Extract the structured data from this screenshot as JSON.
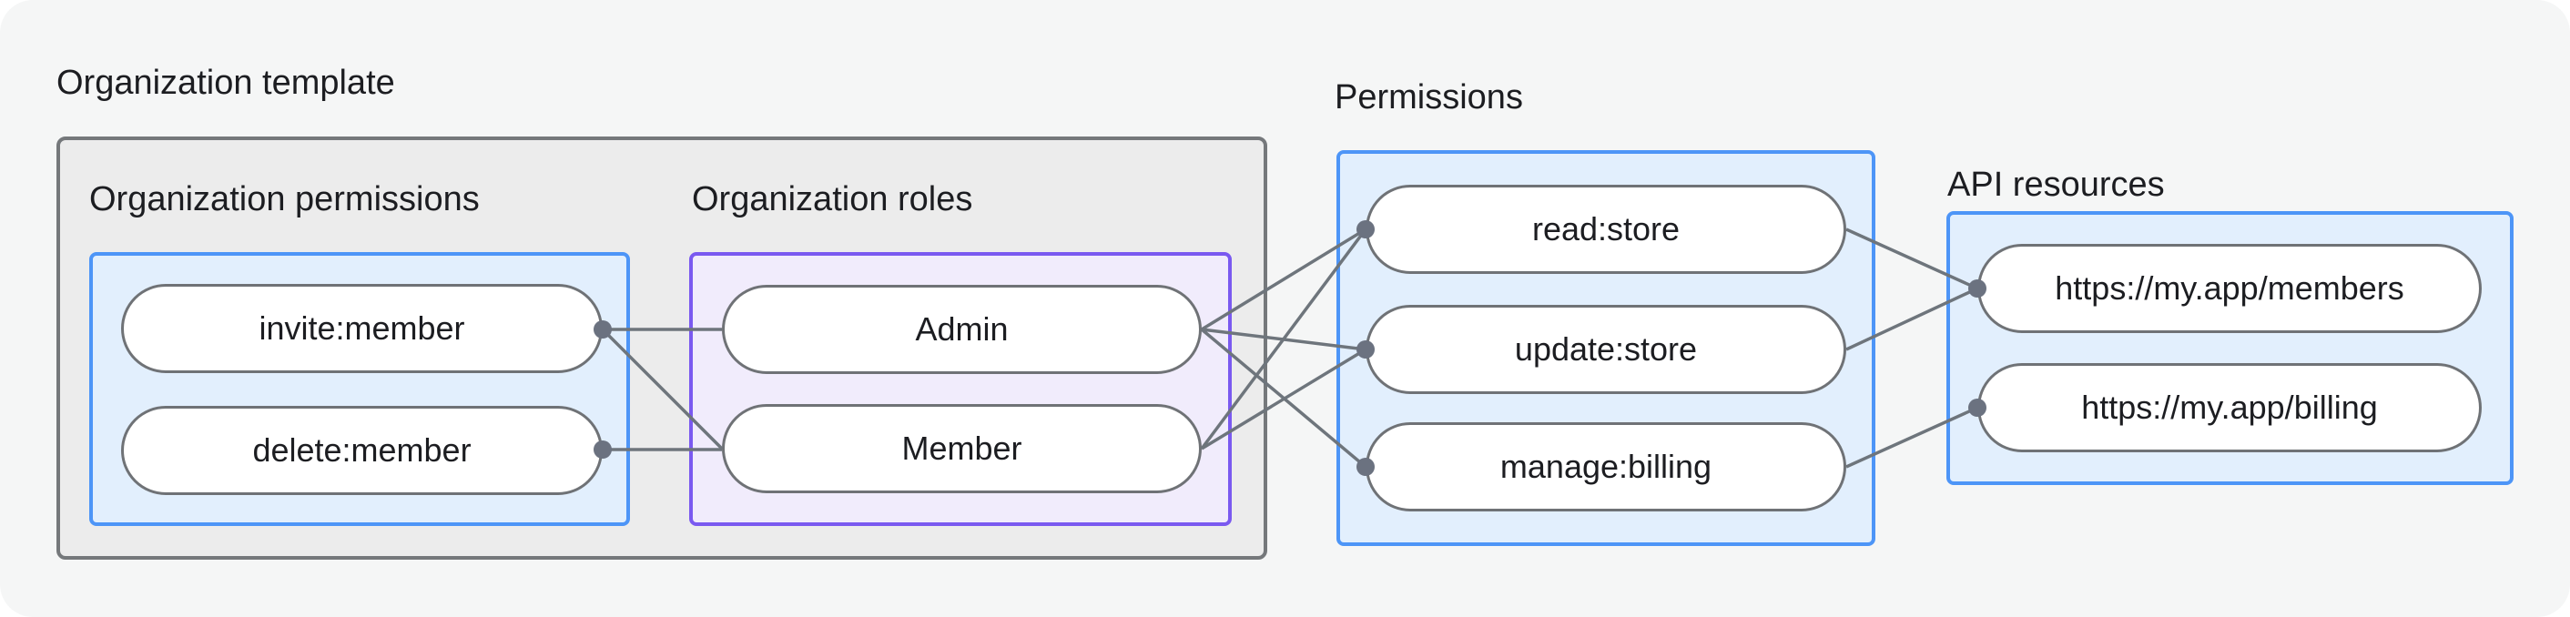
{
  "diagram": {
    "title": "Organization template",
    "groups": {
      "org_permissions": {
        "label": "Organization permissions",
        "nodes": [
          "invite:member",
          "delete:member"
        ]
      },
      "org_roles": {
        "label": "Organization roles",
        "nodes": [
          "Admin",
          "Member"
        ]
      },
      "permissions": {
        "label": "Permissions",
        "nodes": [
          "read:store",
          "update:store",
          "manage:billing"
        ]
      },
      "api_resources": {
        "label": "API resources",
        "nodes": [
          "https://my.app/members",
          "https://my.app/billing"
        ]
      }
    },
    "edges": [
      {
        "from": "invite:member",
        "to": "Admin"
      },
      {
        "from": "invite:member",
        "to": "Member"
      },
      {
        "from": "delete:member",
        "to": "Member"
      },
      {
        "from": "Admin",
        "to": "read:store"
      },
      {
        "from": "Admin",
        "to": "update:store"
      },
      {
        "from": "Admin",
        "to": "manage:billing"
      },
      {
        "from": "Member",
        "to": "read:store"
      },
      {
        "from": "Member",
        "to": "update:store"
      },
      {
        "from": "read:store",
        "to": "https://my.app/members"
      },
      {
        "from": "update:store",
        "to": "https://my.app/members"
      },
      {
        "from": "manage:billing",
        "to": "https://my.app/billing"
      }
    ],
    "colors": {
      "canvas_bg": "#f5f6f6",
      "template_box_bg": "#ececec",
      "template_box_border": "#75787b",
      "blue_box_bg": "#e2effd",
      "blue_box_border": "#4d95f7",
      "purple_box_bg": "#f1ecfc",
      "purple_box_border": "#7a59f0",
      "pill_bg": "#ffffff",
      "pill_border": "#6f7276",
      "edge_line": "#6e757c",
      "edge_dot": "#6b7280",
      "text": "#1c1d21"
    }
  }
}
